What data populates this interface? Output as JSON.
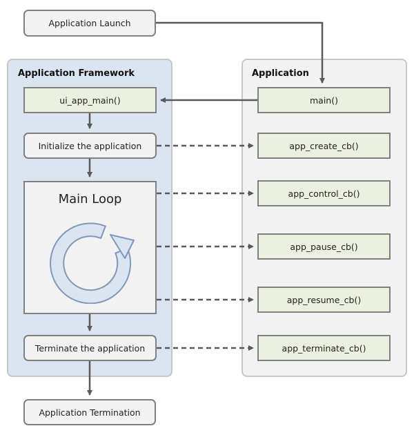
{
  "panels": {
    "framework_title": "Application Framework",
    "application_title": "Application"
  },
  "nodes": {
    "launch": "Application Launch",
    "ui_app_main": "ui_app_main()",
    "initialize": "Initialize the application",
    "main_loop": "Main Loop",
    "terminate": "Terminate the application",
    "termination": "Application Termination",
    "main": "main()",
    "create_cb": "app_create_cb()",
    "control_cb": "app_control_cb()",
    "pause_cb": "app_pause_cb()",
    "resume_cb": "app_resume_cb()",
    "terminate_cb": "app_terminate_cb()"
  },
  "colors": {
    "framework_panel": "#dbe5f1",
    "application_panel": "#f2f2f2",
    "callback_box": "#ebf1de",
    "connector": "#595959",
    "loop_icon": "#dbe5f1"
  },
  "icons": {
    "loop": "circular-refresh-arrow-icon"
  }
}
